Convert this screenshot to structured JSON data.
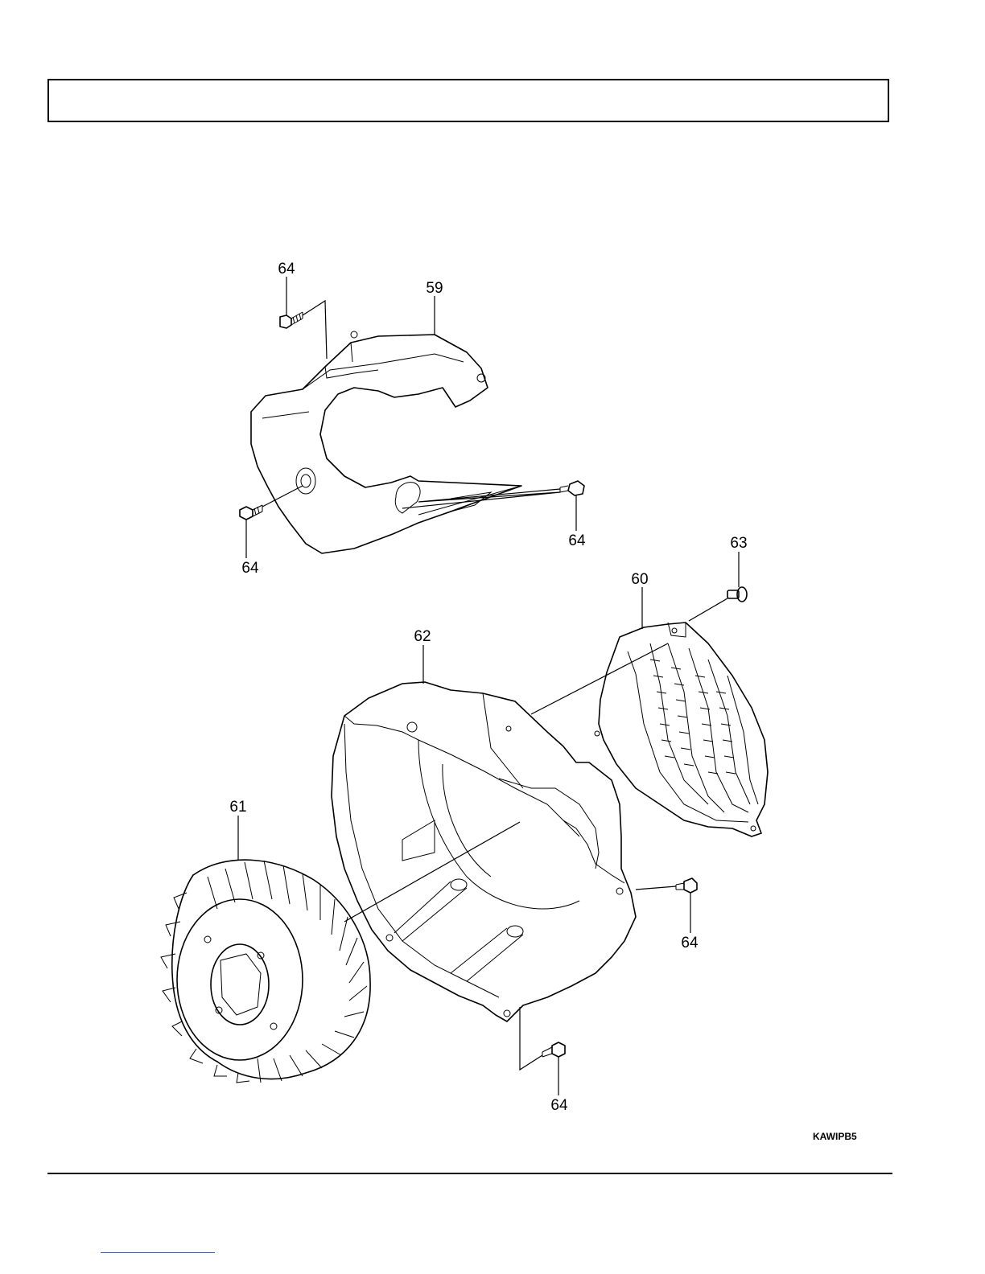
{
  "callouts": {
    "c64_top": "64",
    "c59": "59",
    "c64_right_upper": "64",
    "c64_left": "64",
    "c63": "63",
    "c60": "60",
    "c62": "62",
    "c61": "61",
    "c64_right_lower": "64",
    "c64_bottom": "64"
  },
  "drawing_code": "KAWIPB5"
}
